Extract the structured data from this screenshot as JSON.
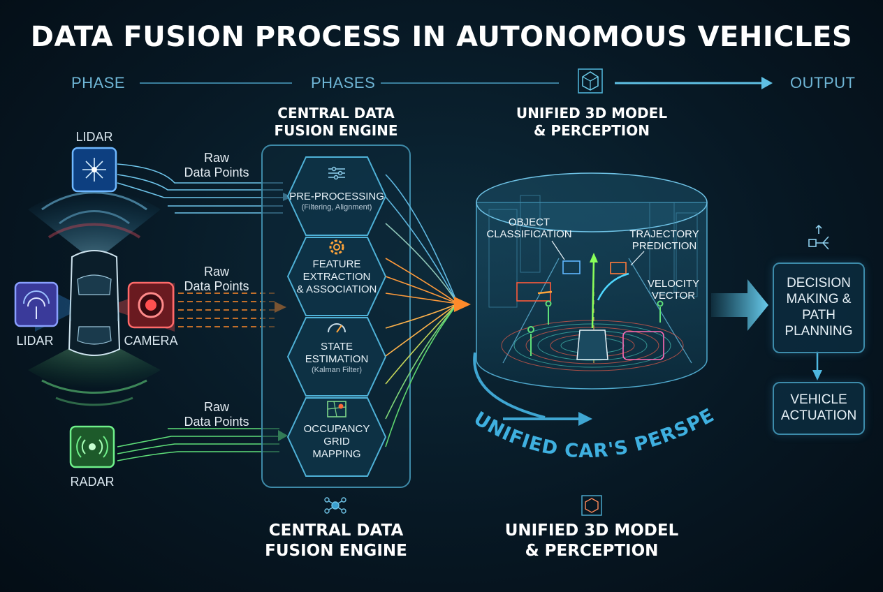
{
  "title": "DATA FUSION PROCESS IN AUTONOMOUS VEHICLES",
  "phase_bar": {
    "left": "PHASE",
    "middle": "PHASES",
    "right": "OUTPUT"
  },
  "headings": {
    "engine_top_line1": "CENTRAL DATA",
    "engine_top_line2": "FUSION ENGINE",
    "model_top_line1": "UNIFIED 3D MODEL",
    "model_top_line2": "& PERCEPTION",
    "engine_bottom_line1": "CENTRAL DATA",
    "engine_bottom_line2": "FUSION ENGINE",
    "model_bottom_line1": "UNIFIED 3D MODEL",
    "model_bottom_line2": "& PERCEPTION"
  },
  "sensors": {
    "lidar_top": "LIDAR",
    "lidar_left": "LIDAR",
    "camera": "CAMERA",
    "radar": "RADAR"
  },
  "raw_labels": [
    {
      "line1": "Raw",
      "line2": "Data Points"
    },
    {
      "line1": "Raw",
      "line2": "Data Points"
    },
    {
      "line1": "Raw",
      "line2": "Data Points"
    }
  ],
  "stages": [
    {
      "line1": "PRE-PROCESSING",
      "sub": "(Filtering, Alignment)"
    },
    {
      "line1": "FEATURE",
      "line2": "EXTRACTION",
      "line3": "& ASSOCIATION"
    },
    {
      "line1": "STATE",
      "line2": "ESTIMATION",
      "sub": "(Kalman Filter)"
    },
    {
      "line1": "OCCUPANCY",
      "line2": "GRID",
      "line3": "MAPPING"
    }
  ],
  "model_labels": {
    "object_line1": "OBJECT",
    "object_line2": "CLASSIFICATION",
    "trajectory_line1": "TRAJECTORY",
    "trajectory_line2": "PREDICTION",
    "velocity_line1": "VELOCITY",
    "velocity_line2": "VECTOR"
  },
  "perspective_text": "UNIFIED CAR'S PERSPECTIVE",
  "outputs": {
    "decision_line1": "DECISION",
    "decision_line2": "MAKING &",
    "decision_line3": "PATH",
    "decision_line4": "PLANNING",
    "actuation_line1": "VEHICLE",
    "actuation_line2": "ACTUATION"
  },
  "colors": {
    "lidar": "#3aa0ff",
    "camera": "#ff4d4d",
    "radar": "#4cdc6a",
    "flow_orange": "#ff8a2a",
    "accent": "#4fc3e8"
  }
}
